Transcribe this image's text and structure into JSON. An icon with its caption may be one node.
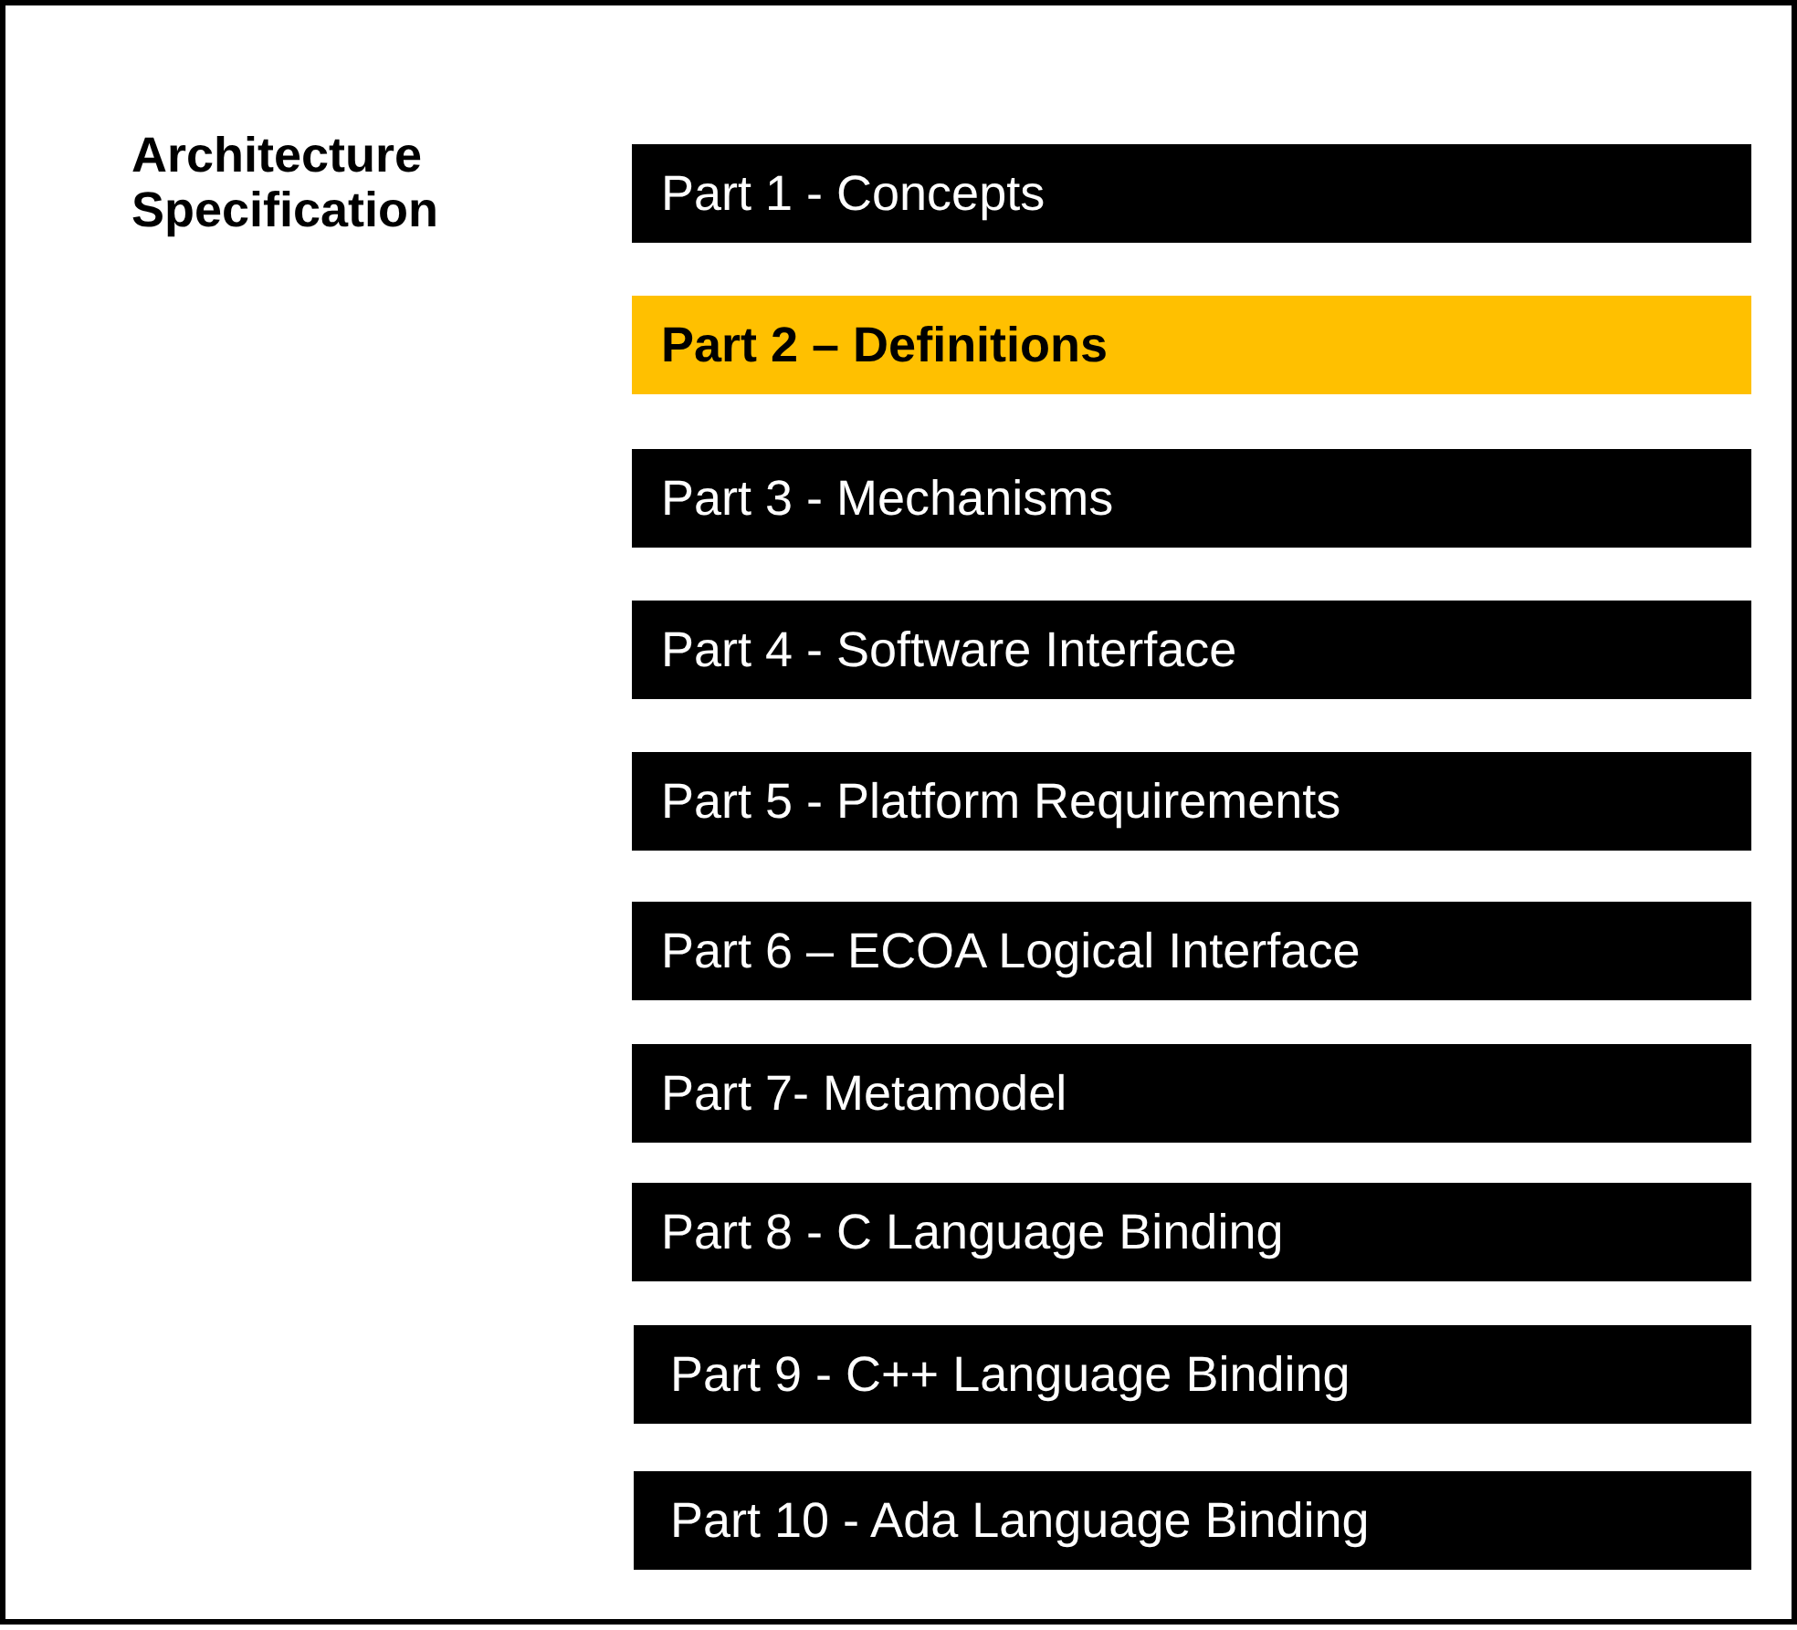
{
  "diagram": {
    "title": "Architecture Specification",
    "nodes": [
      {
        "text": [
          "Part 1 - Concepts"
        ]
      },
      {
        "text": [
          "Part 2 – Definitions"
        ]
      },
      {
        "text": [
          "Part 3 - Mechanisms"
        ]
      },
      {
        "text": [
          "Part 4 - Software Interface"
        ]
      },
      {
        "text": [
          "Part 5 - Platform Requirements"
        ]
      },
      {
        "text": [
          "Part 6 – ECOA Logical Interface"
        ]
      },
      {
        "text": [
          "Part 7- Metamodel"
        ]
      },
      {
        "text": [
          "Part 8 - C Language Binding"
        ]
      },
      {
        "text": [
          "Part 9 - C++ Language Binding"
        ]
      },
      {
        "text": [
          "Part 10 - Ada Language Binding"
        ]
      }
    ]
  }
}
